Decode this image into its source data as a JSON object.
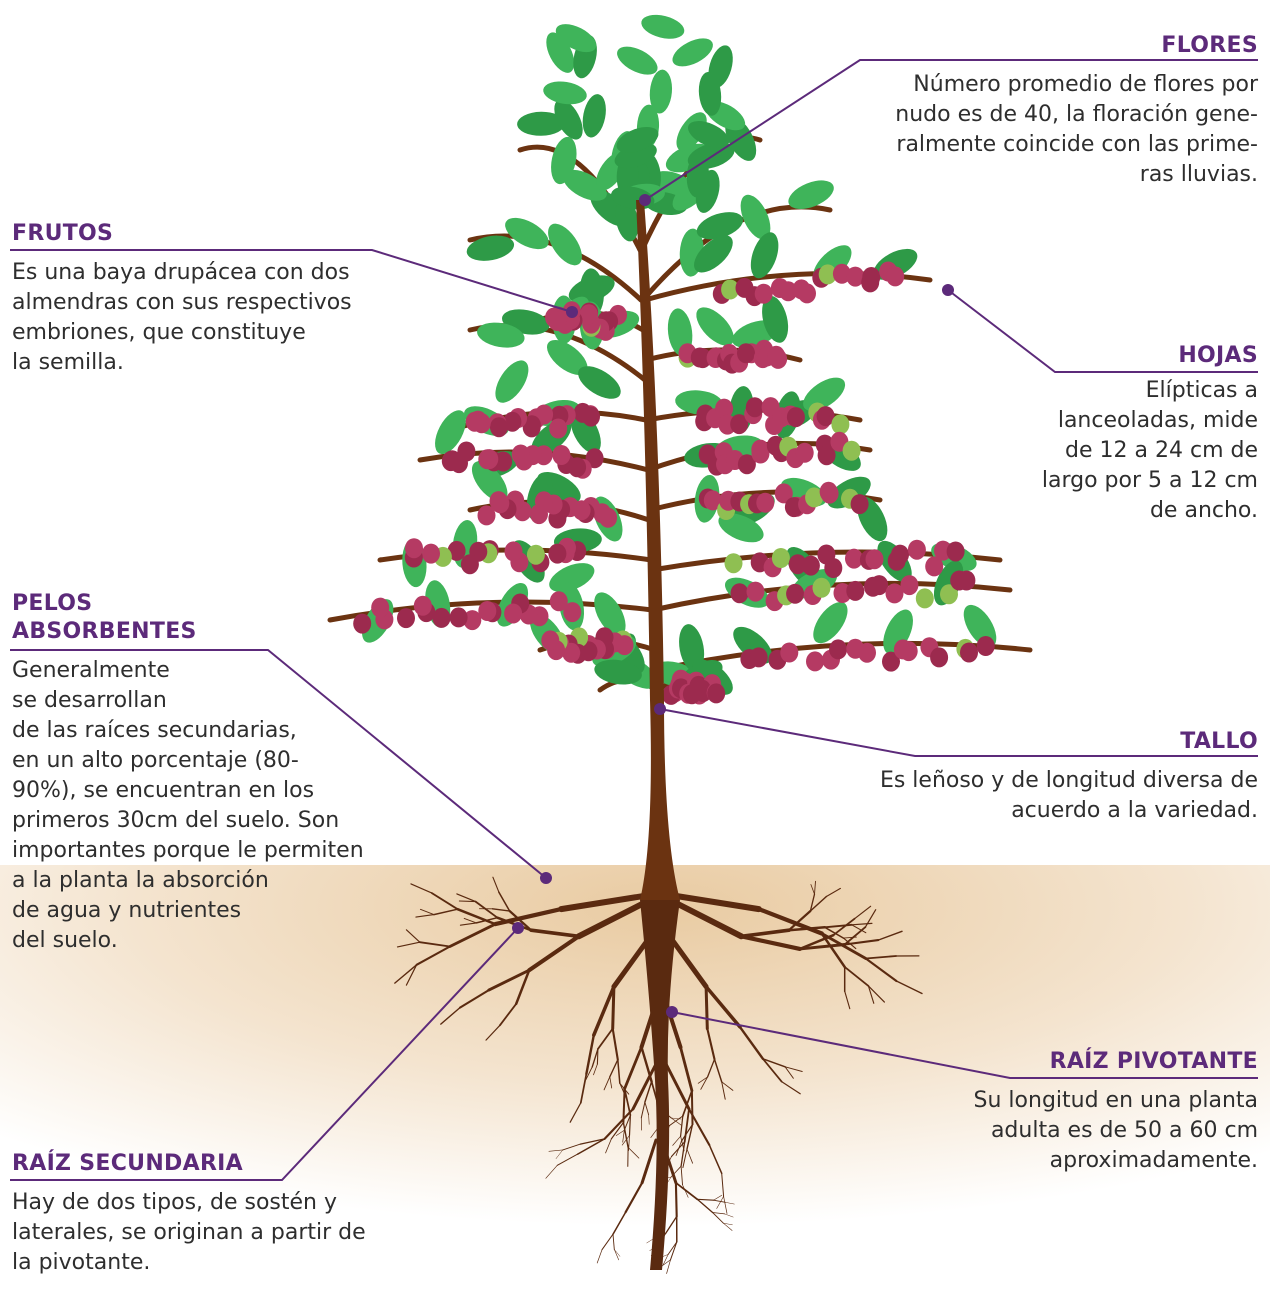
{
  "labels": {
    "flores": {
      "title": "FLORES",
      "lines": [
        "Número promedio de flores por",
        "nudo es de 40, la floración gene-",
        "ralmente coincide con las prime-",
        "ras lluvias."
      ]
    },
    "frutos": {
      "title": "FRUTOS",
      "lines": [
        "Es una baya drupácea con dos",
        "almendras con sus respectivos",
        "embriones, que constituye",
        "la semilla."
      ]
    },
    "hojas": {
      "title": "HOJAS",
      "lines": [
        "Elípticas a",
        "lanceoladas, mide",
        "de 12 a 24 cm de",
        "largo por 5 a 12 cm",
        "de ancho."
      ]
    },
    "pelos": {
      "title_line1": "PELOS",
      "title_line2": "ABSORBENTES",
      "lines": [
        "Generalmente",
        "se desarrollan",
        "de las raíces secundarias,",
        "en un alto porcentaje (80-",
        "90%), se encuentran en los",
        "primeros 30cm del suelo. Son",
        "importantes porque le permiten",
        "a la planta la absorción",
        "de agua y nutrientes",
        "del suelo."
      ]
    },
    "tallo": {
      "title": "TALLO",
      "lines": [
        "Es leñoso y de longitud diversa de",
        "acuerdo a la variedad."
      ]
    },
    "raiz_pivotante": {
      "title": "RAÍZ PIVOTANTE",
      "lines": [
        "Su longitud en una planta",
        "adulta es de 50 a 60 cm",
        "aproximadamente."
      ]
    },
    "raiz_secundaria": {
      "title": "RAÍZ SECUNDARIA",
      "lines": [
        "Hay de dos tipos, de sostén y",
        "laterales, se originan a partir de",
        "la pivotante."
      ]
    }
  },
  "colors": {
    "accent": "#5c2a7a",
    "trunk": "#6b3311",
    "leaf": "#3fb45a",
    "leaf_dark": "#2e9a47",
    "berry": "#9c2a4e",
    "berry_green": "#8fbf52",
    "soil": "#f1dcc0"
  }
}
